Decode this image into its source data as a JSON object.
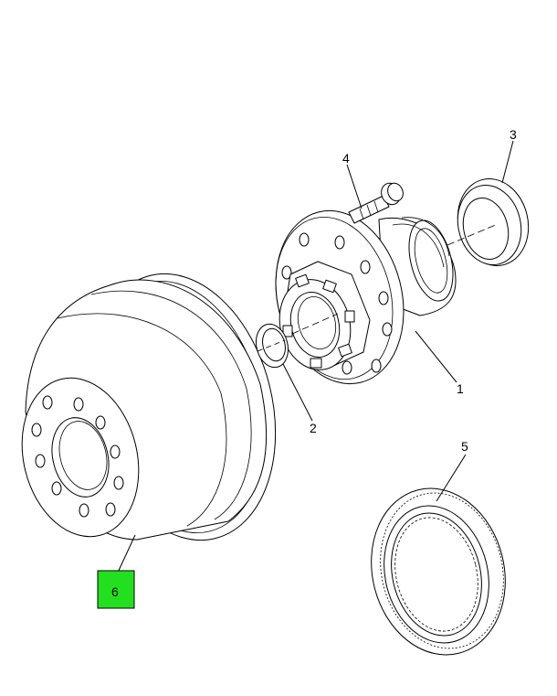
{
  "callouts": [
    {
      "id": "1",
      "label": "1",
      "part": "hub"
    },
    {
      "id": "2",
      "label": "2",
      "part": "inner-seal-ring"
    },
    {
      "id": "3",
      "label": "3",
      "part": "outer-bearing-cup"
    },
    {
      "id": "4",
      "label": "4",
      "part": "wheel-stud"
    },
    {
      "id": "5",
      "label": "5",
      "part": "tone-ring"
    },
    {
      "id": "6",
      "label": "6",
      "part": "brake-drum",
      "highlighted": true
    }
  ],
  "colors": {
    "line": "#000000",
    "background": "#ffffff",
    "highlight": "#22e01e"
  }
}
